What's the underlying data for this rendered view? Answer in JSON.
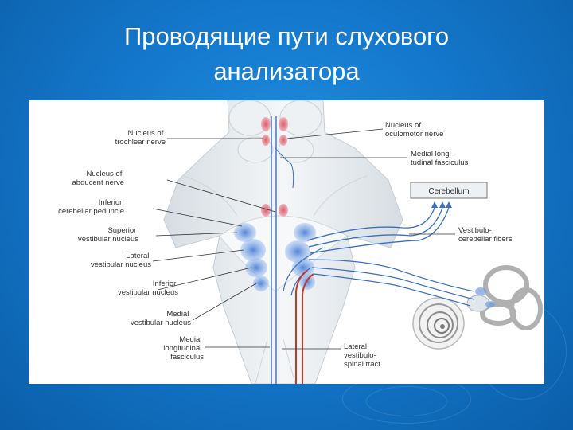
{
  "slide": {
    "title_line1": "Проводящие пути слухового",
    "title_line2": "анализатора"
  },
  "figure": {
    "labels_left": [
      {
        "id": "trochlear",
        "lines": [
          "Nucleus of",
          "trochlear nerve"
        ]
      },
      {
        "id": "abducent",
        "lines": [
          "Nucleus of",
          "abducent nerve"
        ]
      },
      {
        "id": "inf-cerebellar",
        "lines": [
          "Inferior",
          "cerebellar peduncle"
        ]
      },
      {
        "id": "sup-vestibular",
        "lines": [
          "Superior",
          "vestibular nucleus"
        ]
      },
      {
        "id": "lat-vestibular",
        "lines": [
          "Lateral",
          "vestibular nucleus"
        ]
      },
      {
        "id": "inf-vestibular",
        "lines": [
          "Inferior",
          "vestibular nucleus"
        ]
      },
      {
        "id": "med-vestibular",
        "lines": [
          "Medial",
          "vestibular nucleus"
        ]
      },
      {
        "id": "mlf-left",
        "lines": [
          "Medial",
          "longitudinal",
          "fasciculus"
        ]
      }
    ],
    "labels_right": [
      {
        "id": "oculomotor",
        "lines": [
          "Nucleus of",
          "oculomotor nerve"
        ]
      },
      {
        "id": "mlf-right",
        "lines": [
          "Medial longi-",
          "tudinal fasciculus"
        ]
      },
      {
        "id": "vestibulo-cerebellar",
        "lines": [
          "Vestibulo-",
          "cerebellar fibers"
        ]
      },
      {
        "id": "lat-vestibulospinal",
        "lines": [
          "Lateral",
          "vestibulo-",
          "spinal tract"
        ]
      }
    ],
    "cerebellum_box": "Cerebellum",
    "colors": {
      "brainstem": "#e9eef1",
      "nucleus_red": "#e07a86",
      "nucleus_blue": "#6f9be0",
      "tract_blue": "#3a6fc4",
      "tract_red": "#c0392b"
    }
  }
}
